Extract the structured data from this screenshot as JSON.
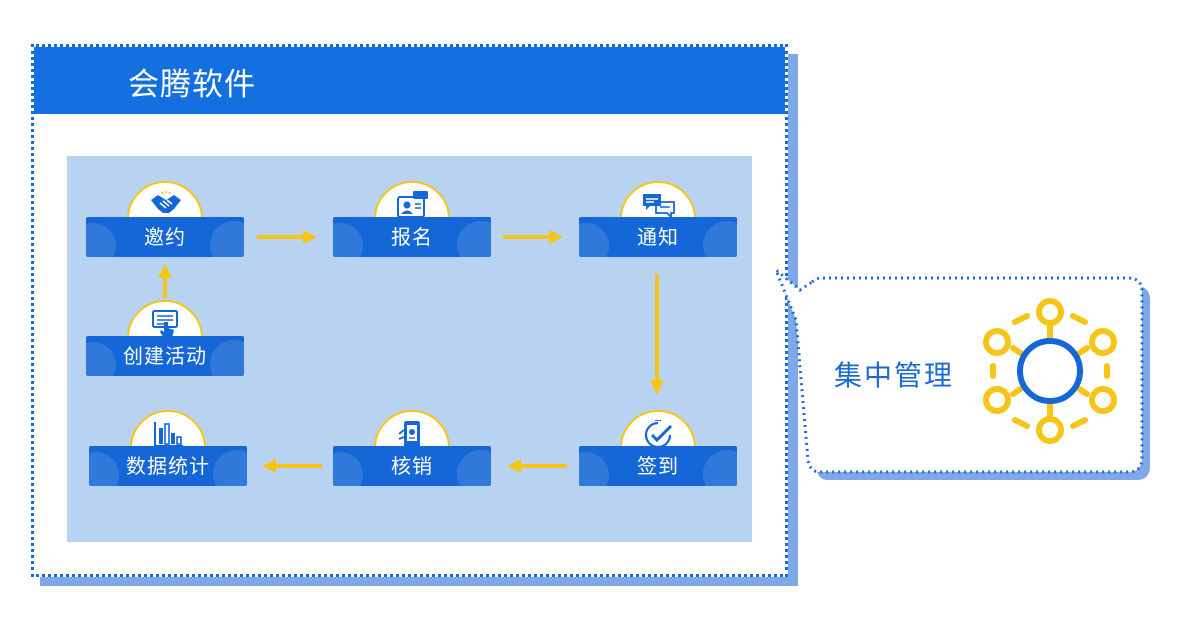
{
  "header": {
    "title": "会腾软件"
  },
  "steps": {
    "invite": {
      "label": "邀约",
      "icon": "handshake-icon"
    },
    "register": {
      "label": "报名",
      "icon": "profile-card-icon"
    },
    "notify": {
      "label": "通知",
      "icon": "chat-bubbles-icon"
    },
    "create": {
      "label": "创建活动",
      "icon": "touch-screen-icon"
    },
    "stats": {
      "label": "数据统计",
      "icon": "bar-chart-icon"
    },
    "verify": {
      "label": "核销",
      "icon": "mobile-phone-icon"
    },
    "signin": {
      "label": "签到",
      "icon": "check-badge-icon"
    }
  },
  "callout": {
    "label": "集中管理",
    "icon": "network-hub-icon"
  },
  "colors": {
    "primary": "#146fe0",
    "node": "#1566d6",
    "flow_bg": "#b8d3f2",
    "accent": "#f5c518",
    "shadow": "#7fa8e6"
  }
}
